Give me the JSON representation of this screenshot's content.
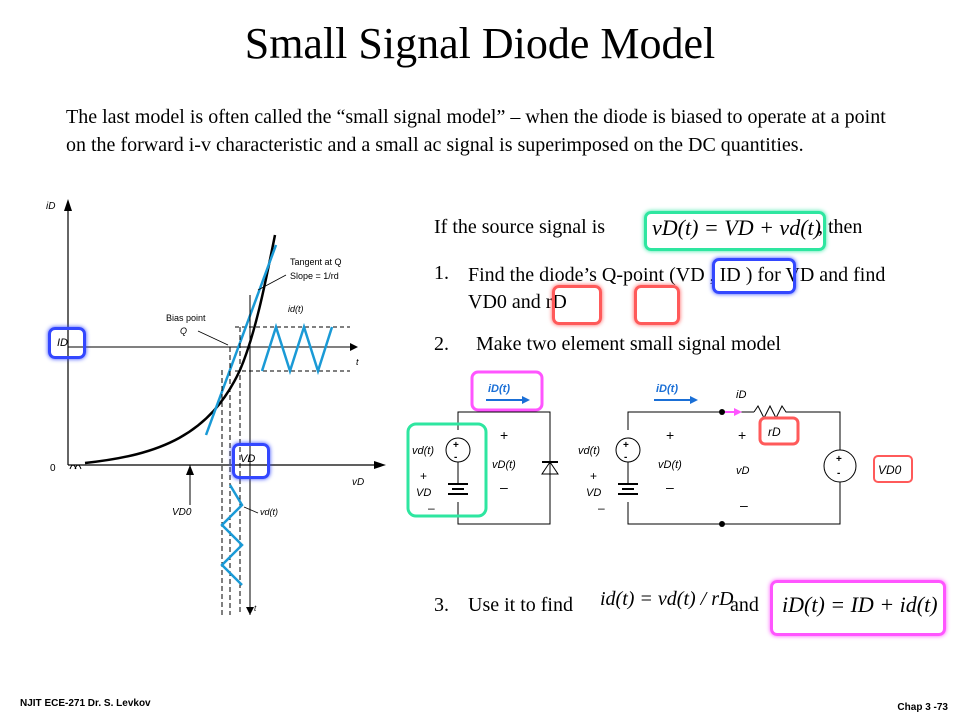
{
  "title": "Small Signal Diode Model",
  "intro": "The last model is often called the “small signal model” – when the diode is biased to operate at a point on the forward i-v characteristic and a small ac signal is superimposed on the DC quantities.",
  "source_line": {
    "prefix": "If the source signal is",
    "equation": "vD(t) = VD + vd(t)",
    "suffix": ", then"
  },
  "steps": [
    {
      "num": "1.",
      "text": "Find the diode’s Q-point (VD , ID ) for VD and find VD0 and rD"
    },
    {
      "num": "2.",
      "text": "Make two element small signal model"
    },
    {
      "num": "3.",
      "text": "Use it to find",
      "eq1": "id(t) = vd(t) / rD",
      "joiner": "and",
      "eq2": "iD(t) = ID + id(t)"
    }
  ],
  "graph_labels": {
    "y_axis": "iD",
    "x_axis": "vD",
    "time_axis": "t",
    "time_axis_bottom": "t",
    "tangent": "Tangent at Q",
    "slope": "Slope = 1/rd",
    "bias_point": "Bias point",
    "q": "Q",
    "id_t": "id(t)",
    "ID": "ID",
    "VD": "VD",
    "VD0": "VD0",
    "vd_t": "vd(t)",
    "zero": "0"
  },
  "circuit_labels": {
    "iD_t": "iD(t)",
    "vd_t": "vd(t)",
    "VD": "VD",
    "vD_t": "vD(t)",
    "plus": "+",
    "minus": "–",
    "iD": "iD",
    "rD": "rD",
    "vD": "vD",
    "VD0": "VD0"
  },
  "footer": {
    "left": "NJIT ECE-271 Dr. S. Levkov",
    "right": "Chap 3 -73"
  },
  "highlight_colors": {
    "green": "#2ee6a0",
    "blue": "#3347ff",
    "red": "#ff5a5a",
    "magenta": "#ff55ff",
    "curve_blue": "#1a9ad6"
  }
}
